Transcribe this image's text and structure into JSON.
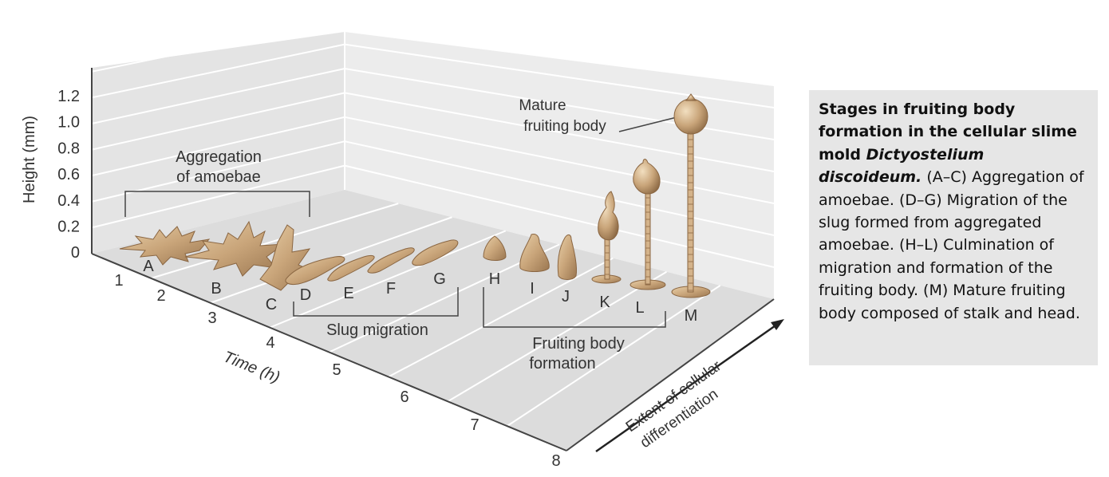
{
  "diagram": {
    "y_axis_label": "Height (mm)",
    "y_ticks": [
      "1.2",
      "1.0",
      "0.8",
      "0.6",
      "0.4",
      "0.2",
      "0"
    ],
    "x_axis_label": "Time (h)",
    "x_ticks": [
      "1",
      "2",
      "3",
      "4",
      "5",
      "6",
      "7",
      "8"
    ],
    "depth_axis_label_line1": "Extent of cellular",
    "depth_axis_label_line2": "differentiation",
    "stage_letters": [
      "A",
      "B",
      "C",
      "D",
      "E",
      "F",
      "G",
      "H",
      "I",
      "J",
      "K",
      "L",
      "M"
    ],
    "group_aggregation_line1": "Aggregation",
    "group_aggregation_line2": "of amoebae",
    "group_slug": "Slug migration",
    "group_fruiting_line1": "Fruiting body",
    "group_fruiting_line2": "formation",
    "mature_label_line1": "Mature",
    "mature_label_line2": "fruiting body",
    "colors": {
      "organism": "#c9a57a",
      "organism_dark": "#a07c52",
      "panel": "#e9e9e9",
      "gridline": "#ffffff"
    }
  },
  "caption": {
    "bold_part": "Stages in fruiting body formation in the cellular slime mold ",
    "italic_part": "Dictyostelium discoideum.",
    "rest": " (A–C) Aggregation of amoebae. (D–G) Migration of the slug formed from aggregated amoebae. (H–L) Culmination of migration and formation of the fruiting body. (M) Mature fruiting body composed of stalk and head."
  }
}
